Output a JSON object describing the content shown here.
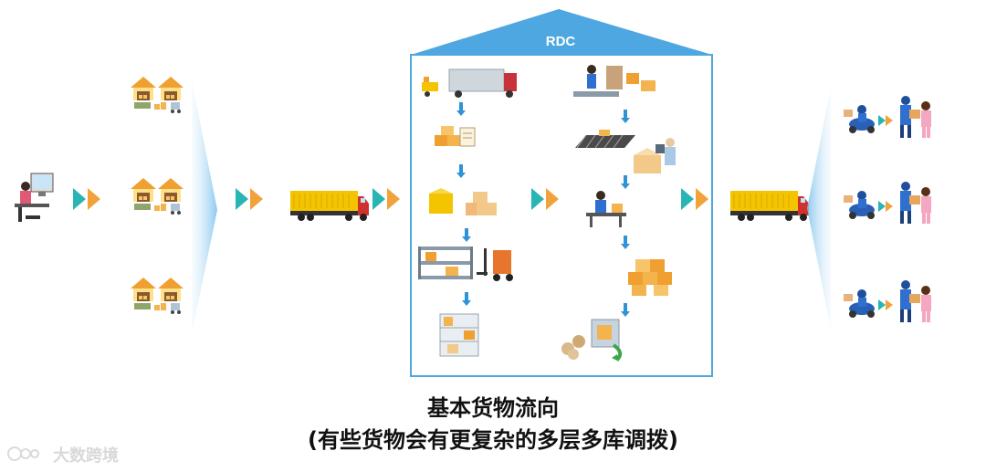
{
  "diagram": {
    "rdc_label": "RDC",
    "caption_title": "基本货物流向",
    "caption_sub": "(有些货物会有更复杂的多层多库调拨)",
    "watermark": "大数跨境"
  },
  "colors": {
    "accent_blue": "#4ea7e0",
    "arrow_teal": "#2ab5b5",
    "arrow_orange": "#f2a23a",
    "truck_yellow": "#f5c400",
    "box_orange": "#f0a030",
    "blue_arrow_down": "#2f93d6"
  }
}
